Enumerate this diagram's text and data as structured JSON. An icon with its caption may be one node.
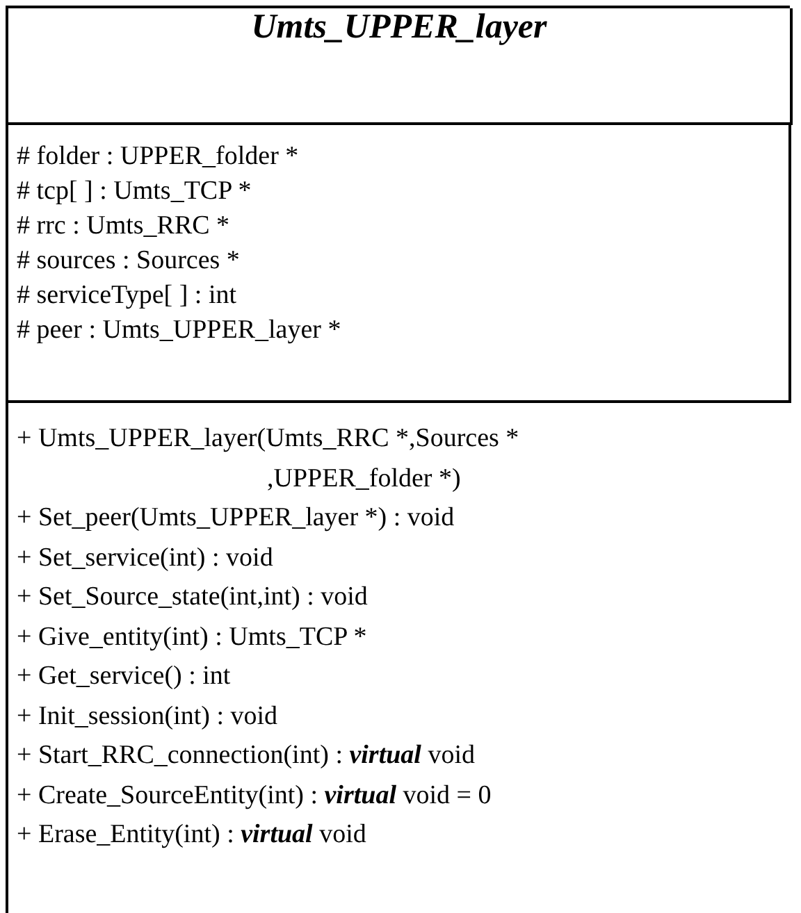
{
  "diagram": {
    "nodes": [
      {
        "text": [
          "Umts_UPPER_layer"
        ]
      },
      {
        "text": [
          "# folder : UPPER_folder *",
          "# tcp[ ] : Umts_TCP *",
          "# rrc : Umts_RRC *",
          "# sources : Sources *",
          "# serviceType[ ] : int",
          "# peer : Umts_UPPER_layer *"
        ],
        "in": 0
      },
      {
        "text": [
          "+ Umts_UPPER_layer(Umts_RRC *,Sources * ,UPPER_folder *)",
          "+ Set_peer(Umts_UPPER_layer *) : void",
          "+ Set_service(int) : void",
          "+ Set_Source_state(int,int) : void",
          "+ Give_entity(int) : Umts_TCP *",
          "+ Get_service() : int",
          "+ Init_session(int) : void",
          "+ Start_RRC_connection(int) : **virtual** void",
          "+ Create_SourceEntity(int) : **virtual** void = 0",
          "+ Erase_Entity(int) : **virtual** void"
        ],
        "in": 0
      }
    ]
  }
}
